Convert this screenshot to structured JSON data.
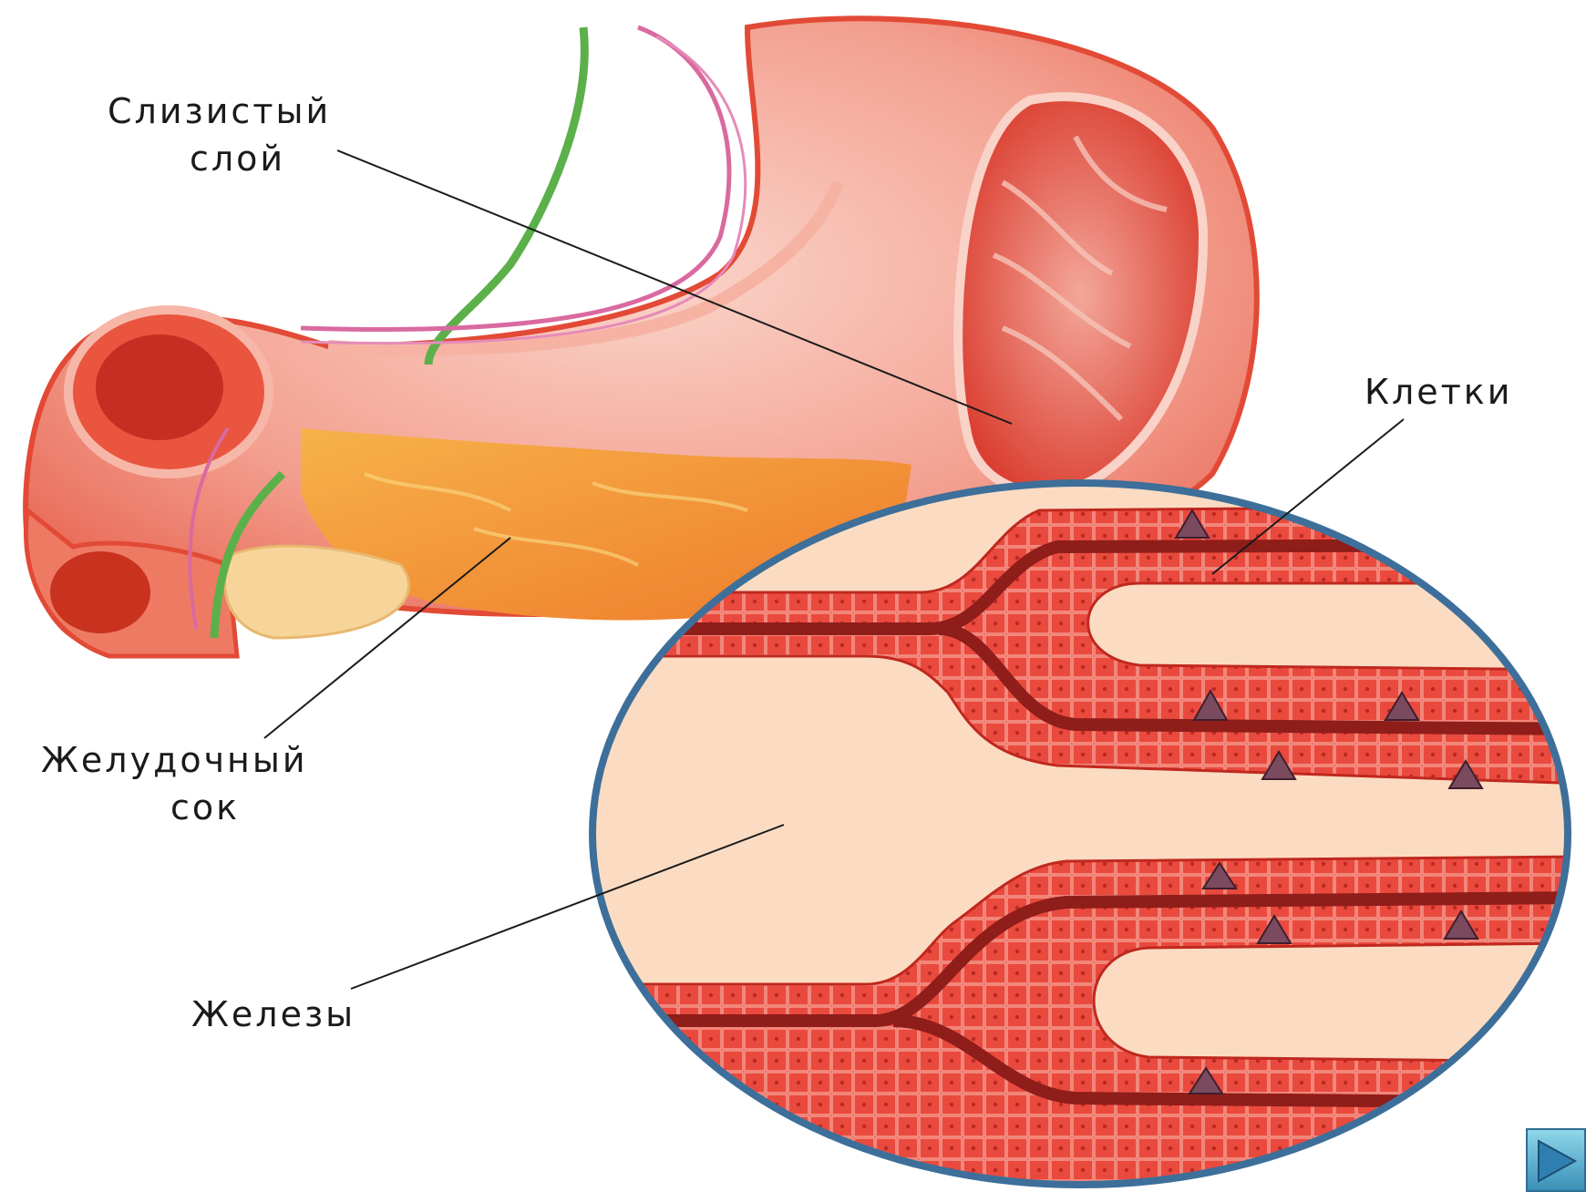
{
  "labels": {
    "mucous_layer": [
      "Слизистый",
      "слой"
    ],
    "cells": "Клетки",
    "gastric_juice": [
      "Желудочный",
      "сок"
    ],
    "glands": "Железы"
  },
  "navigation": {
    "next_icon": "play-triangle-icon"
  },
  "colors": {
    "stomach_wall": "#ef6a55",
    "mucosa": "#d8392a",
    "gastric_juice": "#f39a2a",
    "nerve": "#5bb04a",
    "vessel": "#d96aa0",
    "lens_border": "#3d6f9a",
    "gland_lumen": "#fbdcc2",
    "cell": "#e9423a"
  }
}
